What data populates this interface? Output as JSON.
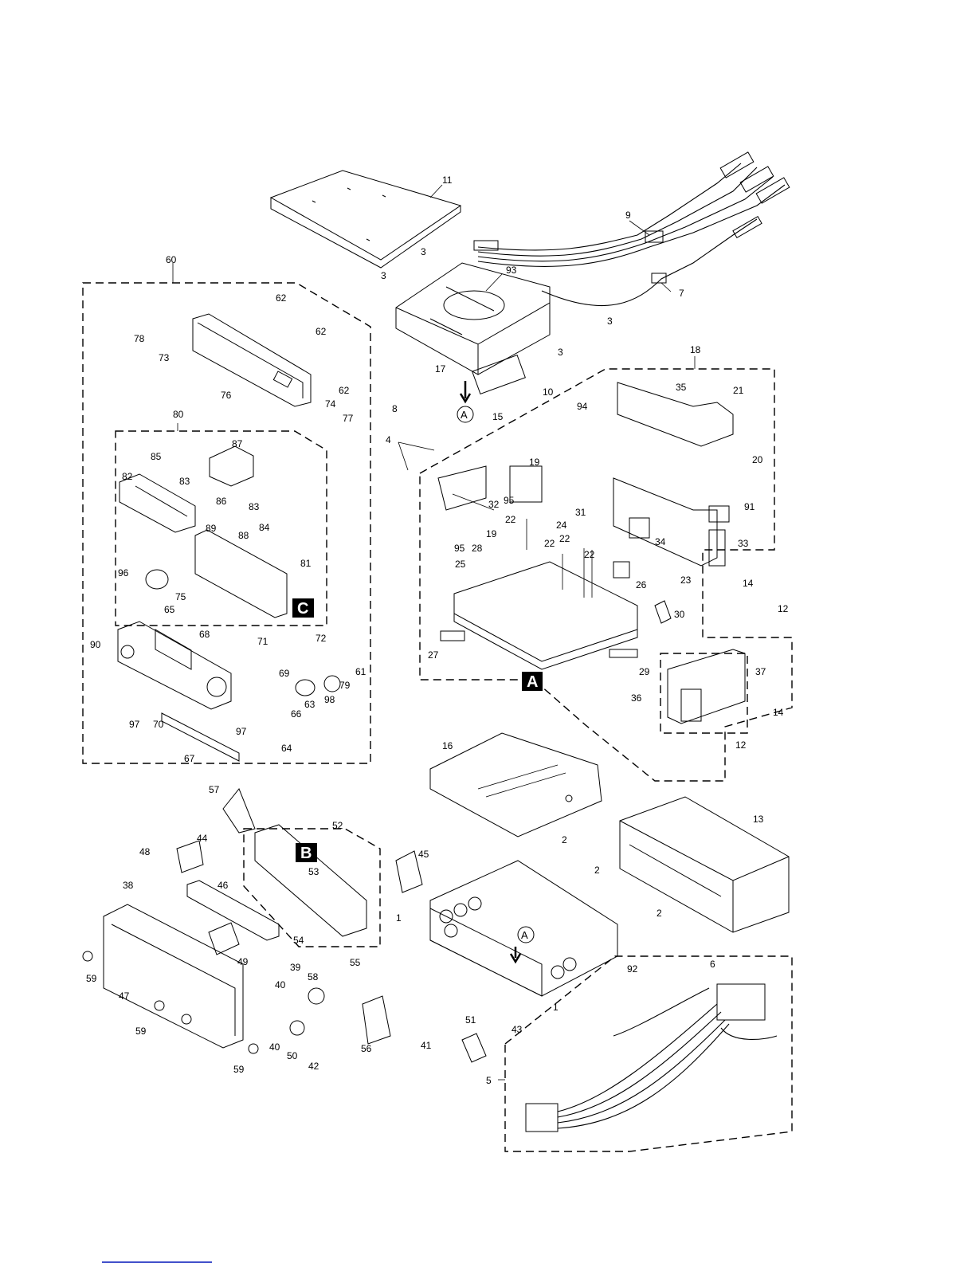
{
  "callouts": [
    {
      "id": "c1",
      "text": "11"
    },
    {
      "id": "c2",
      "text": "9"
    },
    {
      "id": "c3",
      "text": "3"
    },
    {
      "id": "c4",
      "text": "3"
    },
    {
      "id": "c5",
      "text": "93"
    },
    {
      "id": "c6",
      "text": "7"
    },
    {
      "id": "c7",
      "text": "3"
    },
    {
      "id": "c8",
      "text": "3"
    },
    {
      "id": "c9",
      "text": "17"
    },
    {
      "id": "c10",
      "text": "8"
    },
    {
      "id": "c11",
      "text": "15"
    },
    {
      "id": "c12",
      "text": "10"
    },
    {
      "id": "c13",
      "text": "60"
    },
    {
      "id": "c14",
      "text": "62"
    },
    {
      "id": "c15",
      "text": "62"
    },
    {
      "id": "c16",
      "text": "62"
    },
    {
      "id": "c17",
      "text": "78"
    },
    {
      "id": "c18",
      "text": "73"
    },
    {
      "id": "c19",
      "text": "76"
    },
    {
      "id": "c20",
      "text": "74"
    },
    {
      "id": "c21",
      "text": "77"
    },
    {
      "id": "c22",
      "text": "80"
    },
    {
      "id": "c23",
      "text": "87"
    },
    {
      "id": "c24",
      "text": "85"
    },
    {
      "id": "c25",
      "text": "82"
    },
    {
      "id": "c26",
      "text": "83"
    },
    {
      "id": "c27",
      "text": "86"
    },
    {
      "id": "c28",
      "text": "83"
    },
    {
      "id": "c29",
      "text": "89"
    },
    {
      "id": "c30",
      "text": "88"
    },
    {
      "id": "c31",
      "text": "84"
    },
    {
      "id": "c32",
      "text": "81"
    },
    {
      "id": "c33",
      "text": "96"
    },
    {
      "id": "c34",
      "text": "75"
    },
    {
      "id": "c35",
      "text": "65"
    },
    {
      "id": "c36",
      "text": "90"
    },
    {
      "id": "c37",
      "text": "68"
    },
    {
      "id": "c38",
      "text": "71"
    },
    {
      "id": "c39",
      "text": "72"
    },
    {
      "id": "c40",
      "text": "69"
    },
    {
      "id": "c41",
      "text": "61"
    },
    {
      "id": "c42",
      "text": "79"
    },
    {
      "id": "c43",
      "text": "63"
    },
    {
      "id": "c44",
      "text": "98"
    },
    {
      "id": "c45",
      "text": "66"
    },
    {
      "id": "c46",
      "text": "97"
    },
    {
      "id": "c47",
      "text": "70"
    },
    {
      "id": "c48",
      "text": "97"
    },
    {
      "id": "c49",
      "text": "64"
    },
    {
      "id": "c50",
      "text": "67"
    },
    {
      "id": "c51",
      "text": "18"
    },
    {
      "id": "c52",
      "text": "35"
    },
    {
      "id": "c53",
      "text": "21"
    },
    {
      "id": "c54",
      "text": "20"
    },
    {
      "id": "c55",
      "text": "94"
    },
    {
      "id": "c56",
      "text": "4"
    },
    {
      "id": "c57",
      "text": "19"
    },
    {
      "id": "c58",
      "text": "32"
    },
    {
      "id": "c59",
      "text": "95"
    },
    {
      "id": "c60",
      "text": "24"
    },
    {
      "id": "c61",
      "text": "31"
    },
    {
      "id": "c62",
      "text": "91"
    },
    {
      "id": "c63",
      "text": "19"
    },
    {
      "id": "c64",
      "text": "22"
    },
    {
      "id": "c65",
      "text": "22"
    },
    {
      "id": "c66",
      "text": "22"
    },
    {
      "id": "c67",
      "text": "22"
    },
    {
      "id": "c68",
      "text": "95"
    },
    {
      "id": "c69",
      "text": "28"
    },
    {
      "id": "c70",
      "text": "34"
    },
    {
      "id": "c71",
      "text": "33"
    },
    {
      "id": "c72",
      "text": "25"
    },
    {
      "id": "c73",
      "text": "26"
    },
    {
      "id": "c74",
      "text": "23"
    },
    {
      "id": "c75",
      "text": "14"
    },
    {
      "id": "c76",
      "text": "12"
    },
    {
      "id": "c77",
      "text": "30"
    },
    {
      "id": "c78",
      "text": "27"
    },
    {
      "id": "c79",
      "text": "29"
    },
    {
      "id": "c80",
      "text": "37"
    },
    {
      "id": "c81",
      "text": "36"
    },
    {
      "id": "c82",
      "text": "14"
    },
    {
      "id": "c83",
      "text": "12"
    },
    {
      "id": "c84",
      "text": "16"
    },
    {
      "id": "c85",
      "text": "57"
    },
    {
      "id": "c86",
      "text": "52"
    },
    {
      "id": "c87",
      "text": "44"
    },
    {
      "id": "c88",
      "text": "48"
    },
    {
      "id": "c89",
      "text": "53"
    },
    {
      "id": "c90",
      "text": "45"
    },
    {
      "id": "c91",
      "text": "38"
    },
    {
      "id": "c92",
      "text": "46"
    },
    {
      "id": "c93",
      "text": "54"
    },
    {
      "id": "c94",
      "text": "49"
    },
    {
      "id": "c95",
      "text": "59"
    },
    {
      "id": "c96",
      "text": "47"
    },
    {
      "id": "c97",
      "text": "59"
    },
    {
      "id": "c98",
      "text": "59"
    },
    {
      "id": "c99",
      "text": "13"
    },
    {
      "id": "c100",
      "text": "2"
    },
    {
      "id": "c101",
      "text": "2"
    },
    {
      "id": "c102",
      "text": "2"
    },
    {
      "id": "c103",
      "text": "1"
    },
    {
      "id": "c104",
      "text": "1"
    },
    {
      "id": "c105",
      "text": "92"
    },
    {
      "id": "c106",
      "text": "39"
    },
    {
      "id": "c107",
      "text": "55"
    },
    {
      "id": "c108",
      "text": "40"
    },
    {
      "id": "c109",
      "text": "58"
    },
    {
      "id": "c110",
      "text": "40"
    },
    {
      "id": "c111",
      "text": "50"
    },
    {
      "id": "c112",
      "text": "42"
    },
    {
      "id": "c113",
      "text": "56"
    },
    {
      "id": "c114",
      "text": "51"
    },
    {
      "id": "c115",
      "text": "43"
    },
    {
      "id": "c116",
      "text": "41"
    },
    {
      "id": "c117",
      "text": "6"
    },
    {
      "id": "c118",
      "text": "5"
    }
  ],
  "box_markers": [
    {
      "id": "A",
      "text": "A"
    },
    {
      "id": "B",
      "text": "B"
    },
    {
      "id": "C",
      "text": "C"
    }
  ],
  "circle_markers": [
    {
      "id": "circleA1",
      "text": "A"
    },
    {
      "id": "circleA2",
      "text": "A"
    }
  ]
}
